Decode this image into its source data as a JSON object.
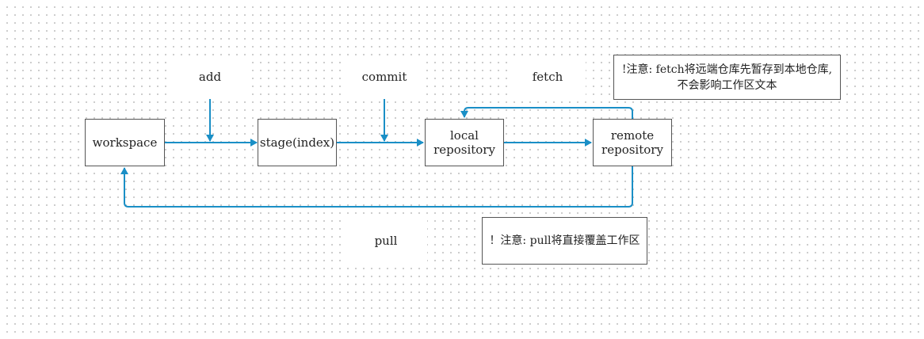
{
  "nodes": {
    "workspace": "workspace",
    "stage": "stage(index)",
    "local": "local repository",
    "remote": "remote repository"
  },
  "labels": {
    "add": "add",
    "commit": "commit",
    "fetch": "fetch",
    "pull": "pull"
  },
  "notes": {
    "fetch_note": "!注意: fetch将远端仓库先暂存到本地仓库, 不会影响工作区文本",
    "pull_note": "！注意: pull将直接覆盖工作区"
  },
  "colors": {
    "arrow": "#1a8fc6",
    "border": "#555555"
  }
}
